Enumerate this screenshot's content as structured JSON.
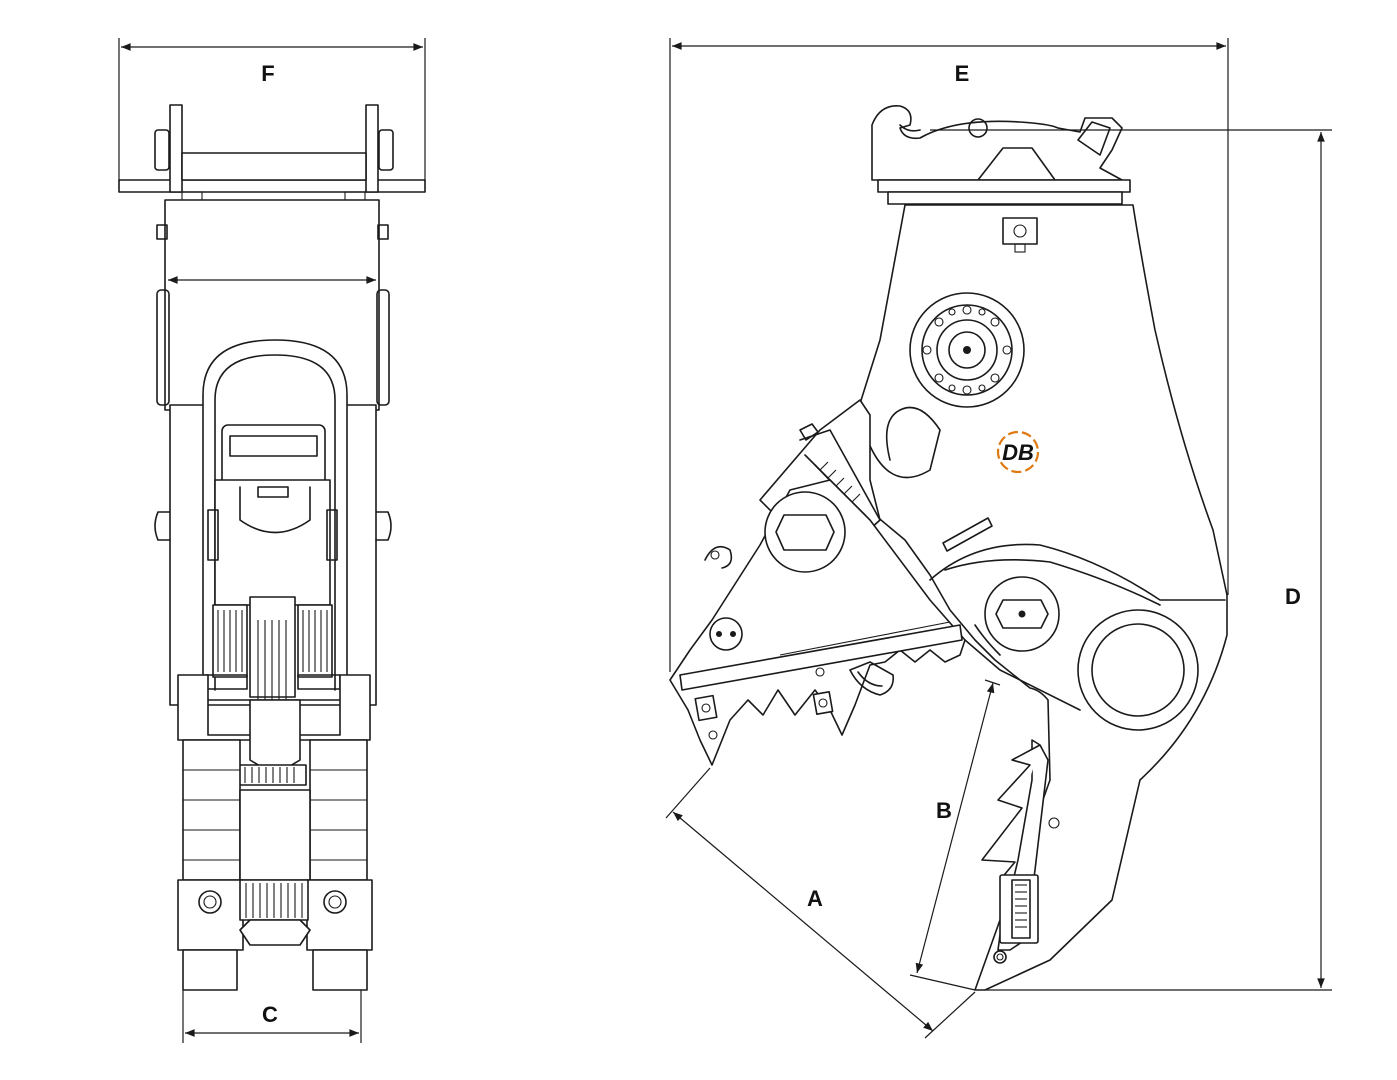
{
  "dimensions": {
    "A": "A",
    "B": "B",
    "C": "C",
    "D": "D",
    "E": "E",
    "F": "F"
  },
  "logo": {
    "text": "DB",
    "accent_color": "#e07a10"
  },
  "icons": [
    "front-view-drawing",
    "side-view-drawing",
    "bolt-circle-icon",
    "brand-logo-icon"
  ]
}
